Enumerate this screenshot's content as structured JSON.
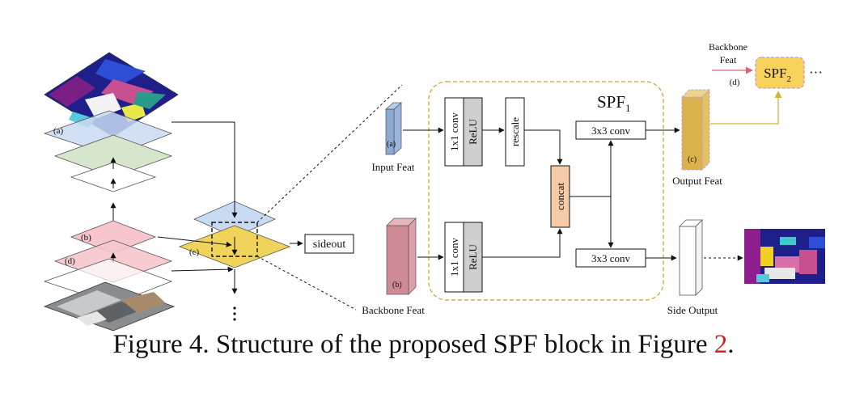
{
  "labels": {
    "a": "(a)",
    "b": "(b)",
    "c": "(c)",
    "d": "(d)",
    "sideout": "sideout",
    "input_feat": "Input Feat",
    "backbone_feat": "Backbone Feat",
    "output_feat": "Output Feat",
    "side_output": "Side Output",
    "spf_main": "SPF",
    "spf_main_sub": "1",
    "spf_next": "SPF",
    "spf_next_sub": "2",
    "ellipsis": "···",
    "backbone_top": "Backbone",
    "feat_top": "Feat",
    "conv1x1": "1x1 conv",
    "relu": "ReLU",
    "rescale": "rescale",
    "concat": "concat",
    "conv3x3": "3x3 conv"
  },
  "caption": {
    "prefix": "Figure 4. Structure of the proposed SPF block in Figure ",
    "ref": "2",
    "suffix": "."
  },
  "colors": {
    "blue_plane": "#c9dbf2",
    "green_plane": "#d6e6cc",
    "pink_plane": "#f6c6cc",
    "yellow_plane": "#f0d35a",
    "input_feat": "#8aa9d3",
    "backbone_feat": "#cf8a93",
    "output_feat": "#d9b24a",
    "concat": "#f5cba8",
    "relu_grey": "#cfcfcf",
    "dashed_border": "#d4b23a",
    "spf2_fill": "#f7d35c",
    "pink_arrow": "#e0607a",
    "caption_ref": "#d21f1f"
  },
  "icons": [
    "segmentation-map-image",
    "rgb-photo-image",
    "side-output-segmentation-image"
  ]
}
